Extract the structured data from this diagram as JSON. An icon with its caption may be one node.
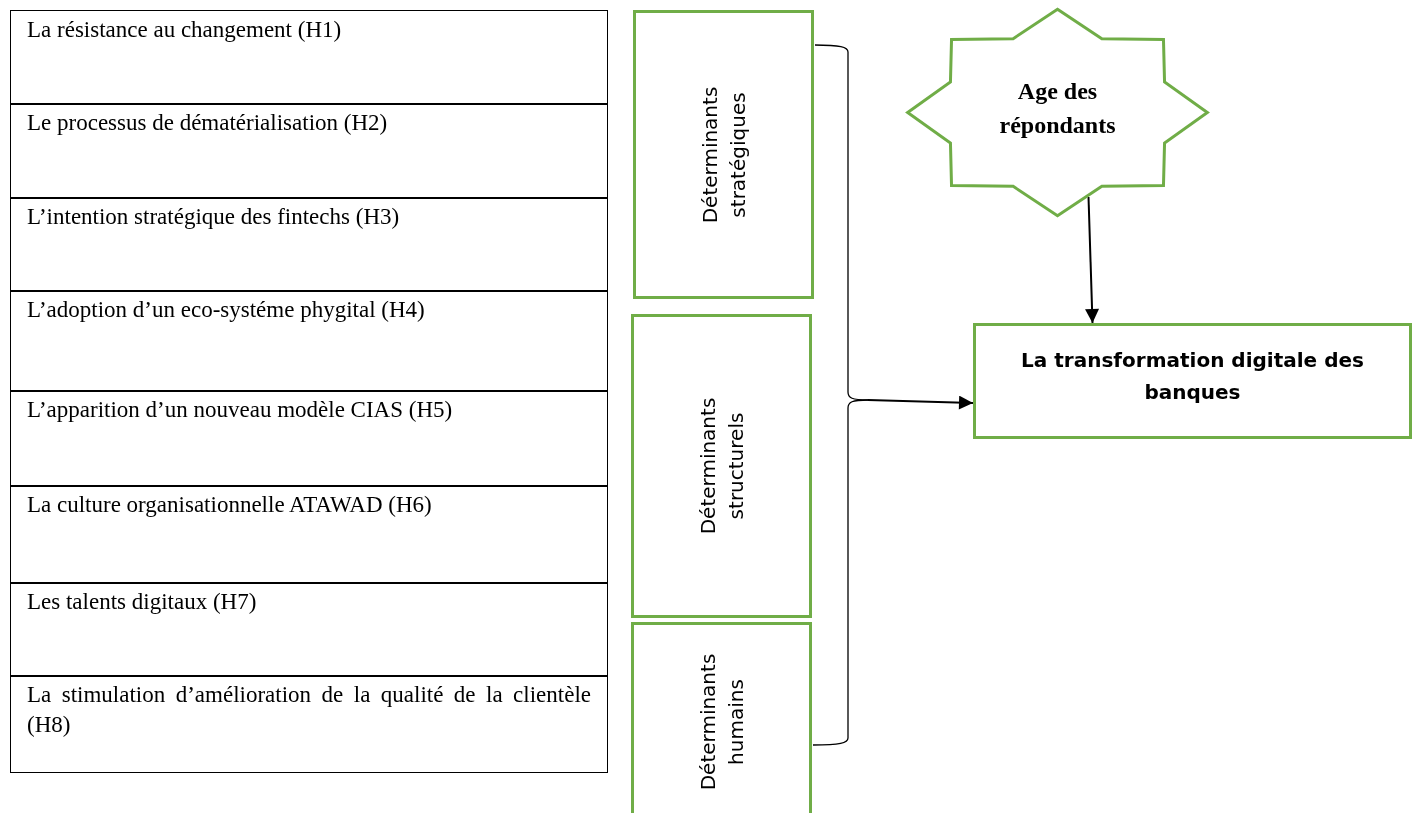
{
  "diagram": {
    "nodes": [
      {
        "text": [
          "Déterminants stratégiques"
        ]
      },
      {
        "text": [
          "Déterminants structurels"
        ]
      },
      {
        "text": [
          "Déterminants humains"
        ]
      },
      {
        "text": [
          "Age des répondants"
        ]
      },
      {
        "text": [
          "La transformation digitale des banques"
        ]
      }
    ],
    "edges": [
      {
        "from": 3,
        "to": 4,
        "arrow": "to"
      },
      {
        "from": 0,
        "to": 4,
        "arrow": "to"
      },
      {
        "from": 1,
        "to": 4,
        "arrow": "to"
      },
      {
        "from": 2,
        "to": 4,
        "arrow": "to"
      }
    ],
    "labels": [
      "La résistance au changement (H1)",
      "Le processus de dématérialisation (H2)",
      "L’intention stratégique des fintechs (H3)",
      "L’adoption d’un eco-systéme phygital (H4)",
      "L’apparition d’un nouveau modèle CIAS (H5)",
      "La culture organisationnelle ATAWAD (H6)",
      "Les talents digitaux (H7)",
      "La stimulation d’amélioration de la qualité de la clientèle (H8)"
    ]
  }
}
